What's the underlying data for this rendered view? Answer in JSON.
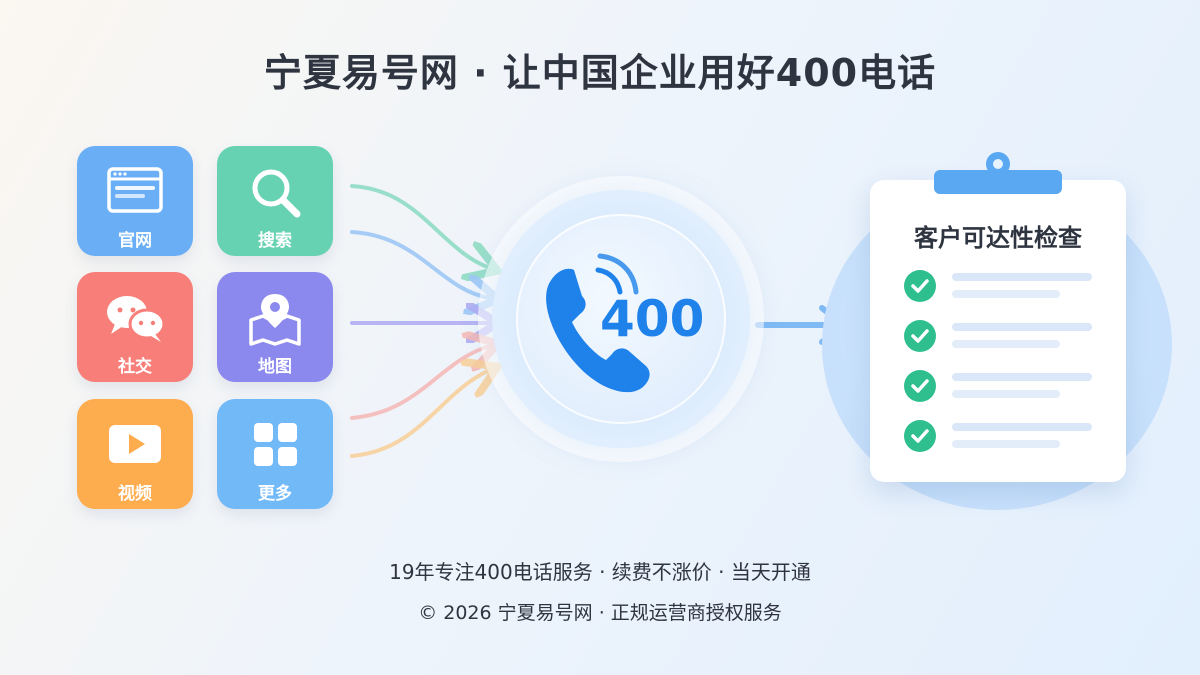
{
  "header": {
    "title": "宁夏易号网 · 让中国企业用好400电话"
  },
  "channels": [
    {
      "label": "官网",
      "icon": "browser-icon",
      "color": "#6aaef5"
    },
    {
      "label": "搜索",
      "icon": "search-icon",
      "color": "#66d2b2"
    },
    {
      "label": "社交",
      "icon": "wechat-icon",
      "color": "#f77e79"
    },
    {
      "label": "地图",
      "icon": "map-pin-icon",
      "color": "#8b88ee"
    },
    {
      "label": "视频",
      "icon": "play-icon",
      "color": "#fdac4e"
    },
    {
      "label": "更多",
      "icon": "grid-icon",
      "color": "#72b9f8"
    }
  ],
  "hub": {
    "number": "400",
    "icon": "phone-icon",
    "accent": "#1e82ea"
  },
  "checklist": {
    "title": "客户可达性检查",
    "items_checked": [
      true,
      true,
      true,
      true
    ],
    "check_color": "#2fbf8f"
  },
  "footer": {
    "line1": "19年专注400电话服务 · 续费不涨价 · 当天开通",
    "line2": "© 2026 宁夏易号网 · 正规运营商授权服务"
  }
}
